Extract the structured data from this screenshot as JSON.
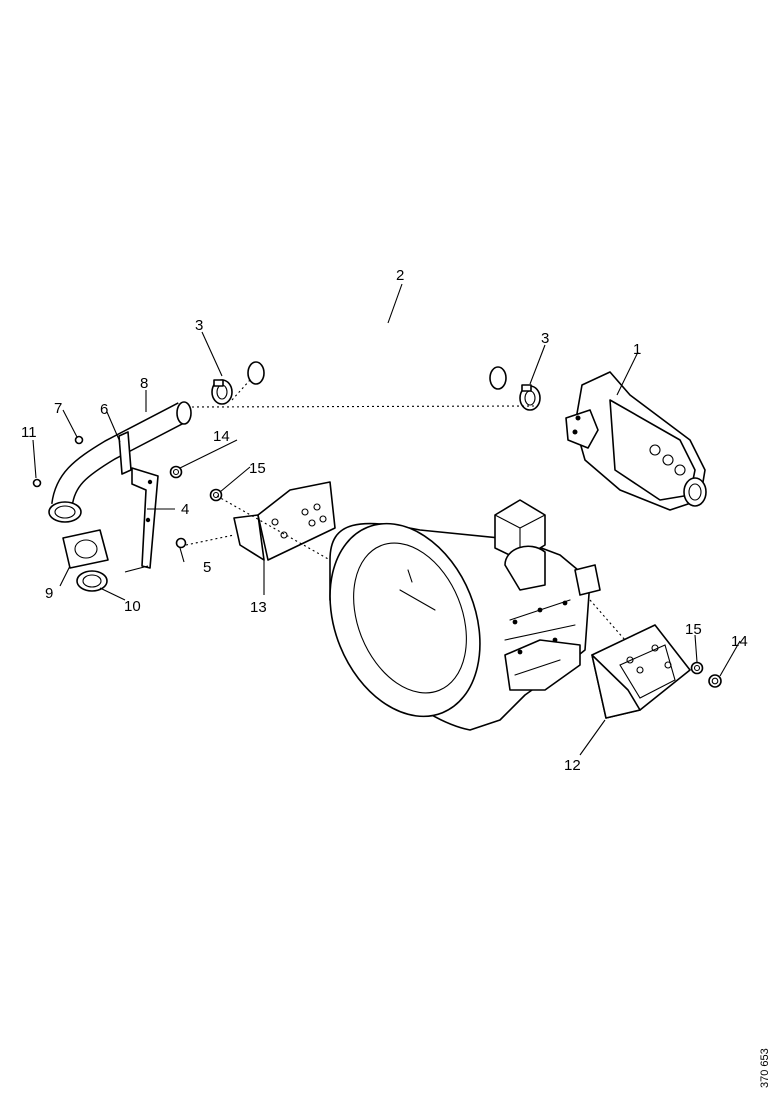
{
  "drawing_code": "370 653",
  "callouts": {
    "c1": "1",
    "c2": "2",
    "c3a": "3",
    "c3b": "3",
    "c4": "4",
    "c5": "5",
    "c6": "6",
    "c7": "7",
    "c8": "8",
    "c9": "9",
    "c10": "10",
    "c11": "11",
    "c12": "12",
    "c13": "13",
    "c14a": "14",
    "c14b": "14",
    "c15a": "15",
    "c15b": "15"
  }
}
